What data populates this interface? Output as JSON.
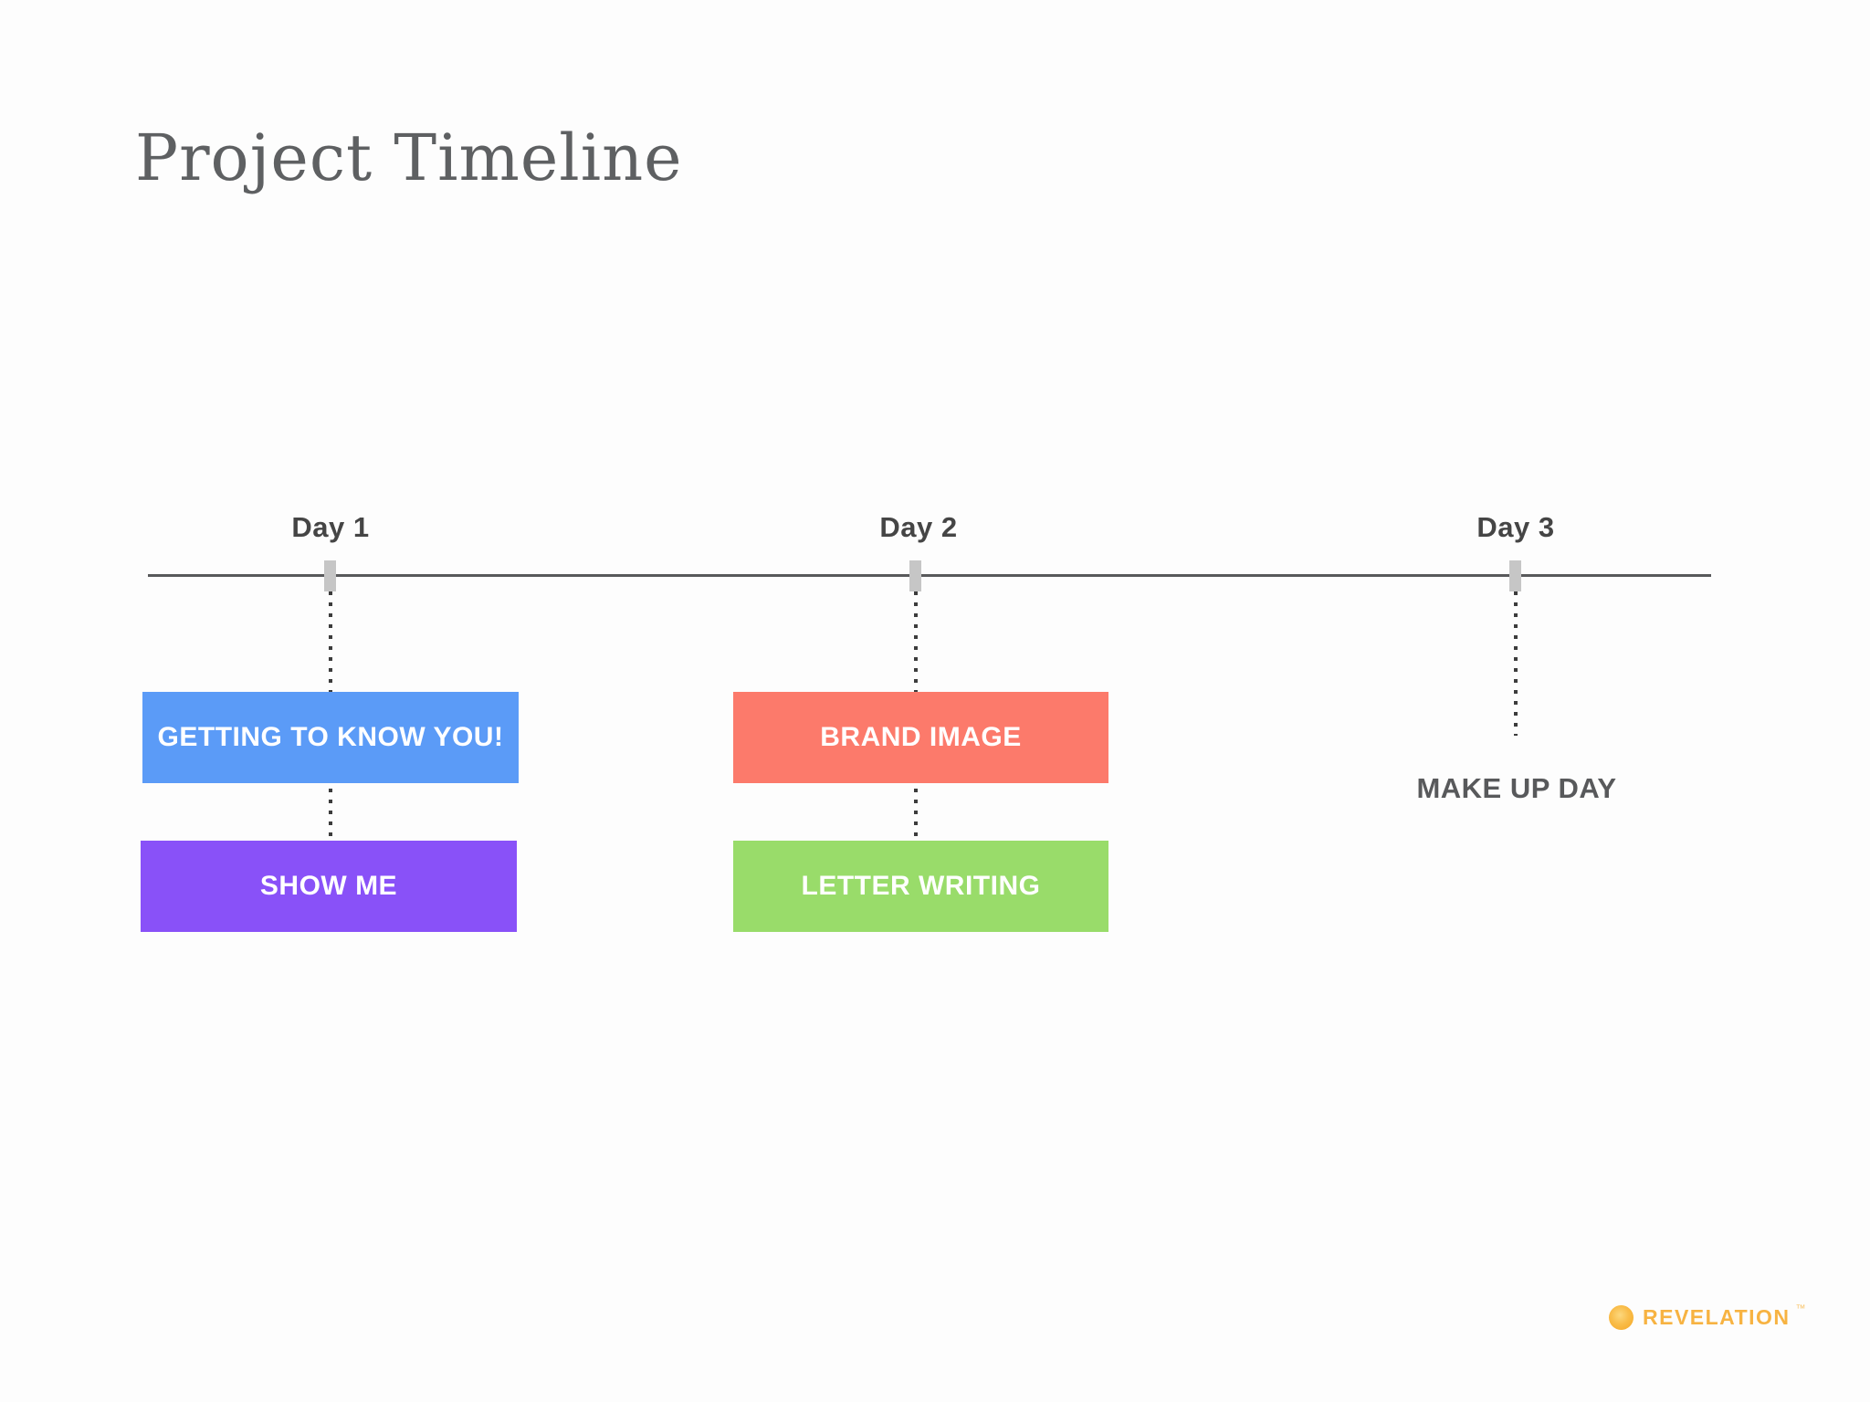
{
  "slide": {
    "title": "Project Timeline"
  },
  "timeline": {
    "days": [
      {
        "label": "Day 1",
        "events": [
          {
            "label": "GETTING TO KNOW YOU!",
            "color": "#5b9bf7"
          },
          {
            "label": "SHOW ME",
            "color": "#8951f8"
          }
        ]
      },
      {
        "label": "Day 2",
        "events": [
          {
            "label": "BRAND IMAGE",
            "color": "#fc7a6b"
          },
          {
            "label": "LETTER WRITING",
            "color": "#99dc6a"
          }
        ]
      },
      {
        "label": "Day 3",
        "note": "MAKE UP DAY"
      }
    ]
  },
  "footer": {
    "brand": "REVELATION",
    "trademark": "™",
    "logo_icon": "sun-circle-icon"
  },
  "colors": {
    "background": "#fdfdfd",
    "title_text": "#5e6062",
    "timeline_line": "#58595b",
    "tick_mark": "#c6c6c6",
    "dotted_connector": "#3c3c3c",
    "day_label_text": "#454545",
    "note_text": "#58595b",
    "event_text": "#ffffff",
    "event_blue": "#5b9bf7",
    "event_purple": "#8951f8",
    "event_coral": "#fc7a6b",
    "event_green": "#99dc6a",
    "brand": "#f7b342"
  }
}
